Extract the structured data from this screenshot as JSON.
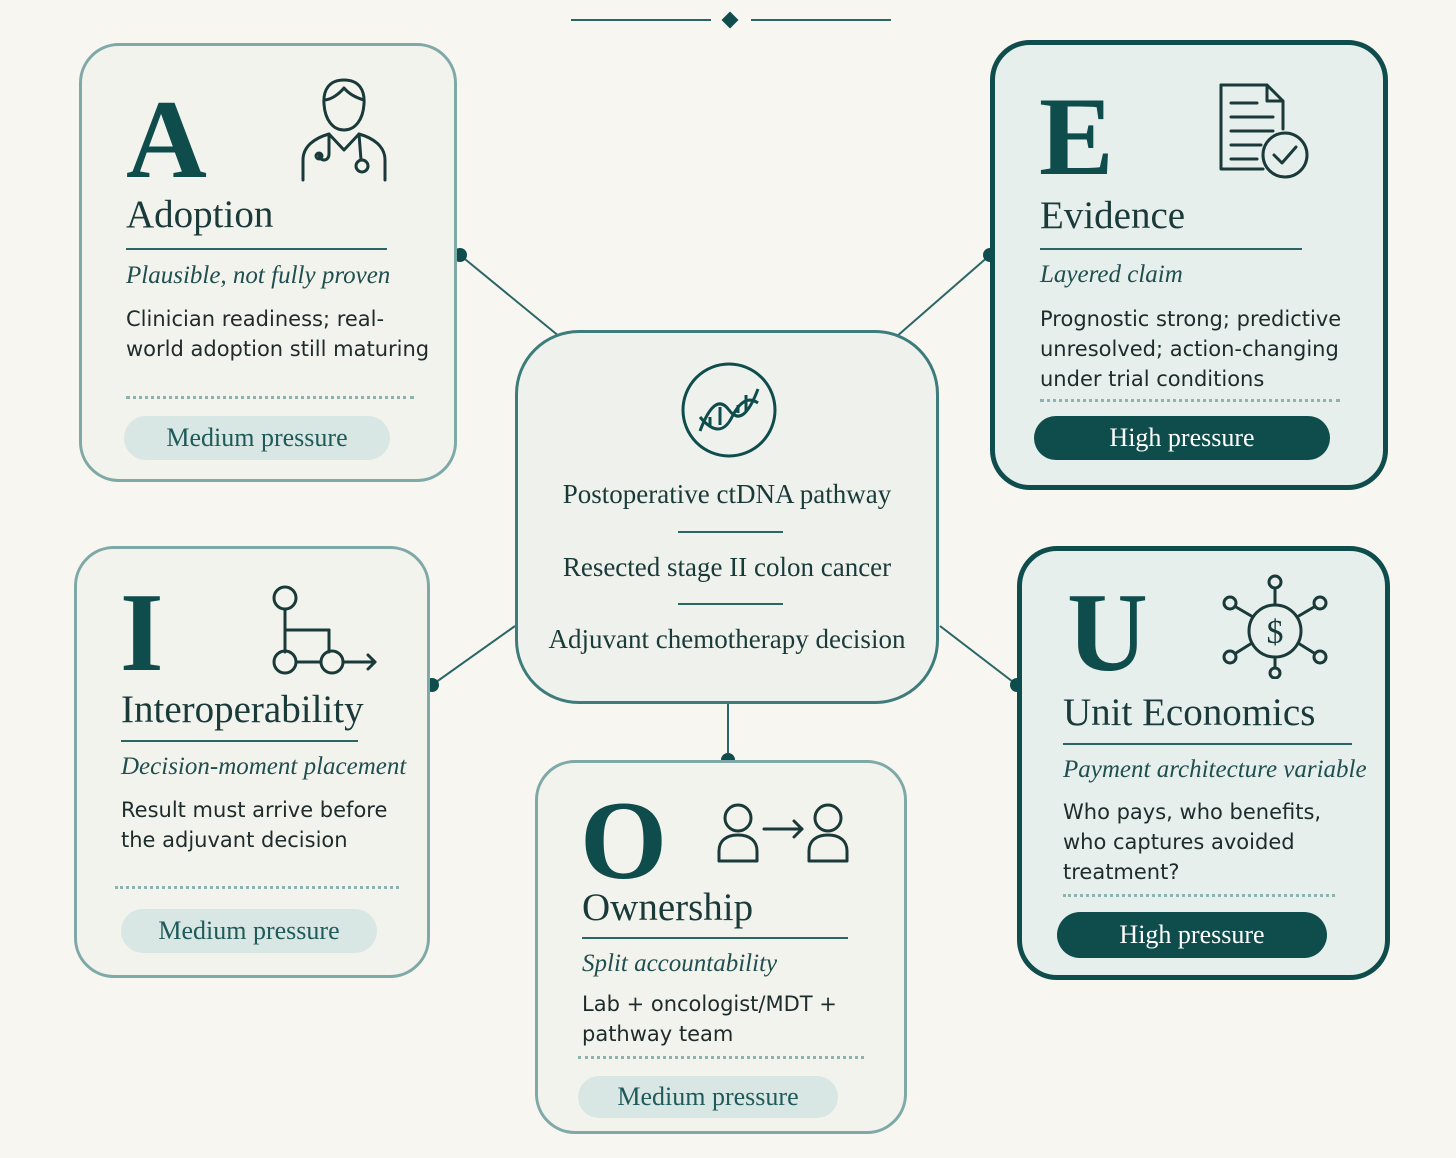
{
  "center": {
    "line1": "Postoperative ctDNA pathway",
    "line2": "Resected stage II colon cancer",
    "line3": "Adjuvant chemotherapy decision",
    "icon": "dna-icon"
  },
  "cards": {
    "adoption": {
      "letter": "A",
      "title": "Adoption",
      "subtitle": "Plausible, not fully proven",
      "desc": "Clinician readiness; real-world adoption still maturing",
      "pressure": "Medium pressure",
      "icon": "doctor-icon"
    },
    "evidence": {
      "letter": "E",
      "title": "Evidence",
      "subtitle": "Layered claim",
      "desc": "Prognostic strong; predictive unresolved; action-changing under trial conditions",
      "pressure": "High pressure",
      "icon": "document-check-icon"
    },
    "interoperability": {
      "letter": "I",
      "title": "Interoperability",
      "subtitle": "Decision-moment placement",
      "desc": "Result must arrive before the adjuvant decision",
      "pressure": "Medium pressure",
      "icon": "workflow-icon"
    },
    "unit_economics": {
      "letter": "U",
      "title": "Unit Economics",
      "subtitle": "Payment architecture variable",
      "desc": "Who pays, who benefits, who captures avoided treatment?",
      "pressure": "High pressure",
      "icon": "dollar-network-icon"
    },
    "ownership": {
      "letter": "O",
      "title": "Ownership",
      "subtitle": "Split accountability",
      "desc": "Lab + oncologist/MDT + pathway team",
      "pressure": "Medium pressure",
      "icon": "handoff-icon"
    }
  },
  "colors": {
    "accent": "#0f4d4d",
    "border_medium": "#7fa9a7",
    "pill_medium": "#d9e7e4",
    "background": "#f8f6f1"
  }
}
